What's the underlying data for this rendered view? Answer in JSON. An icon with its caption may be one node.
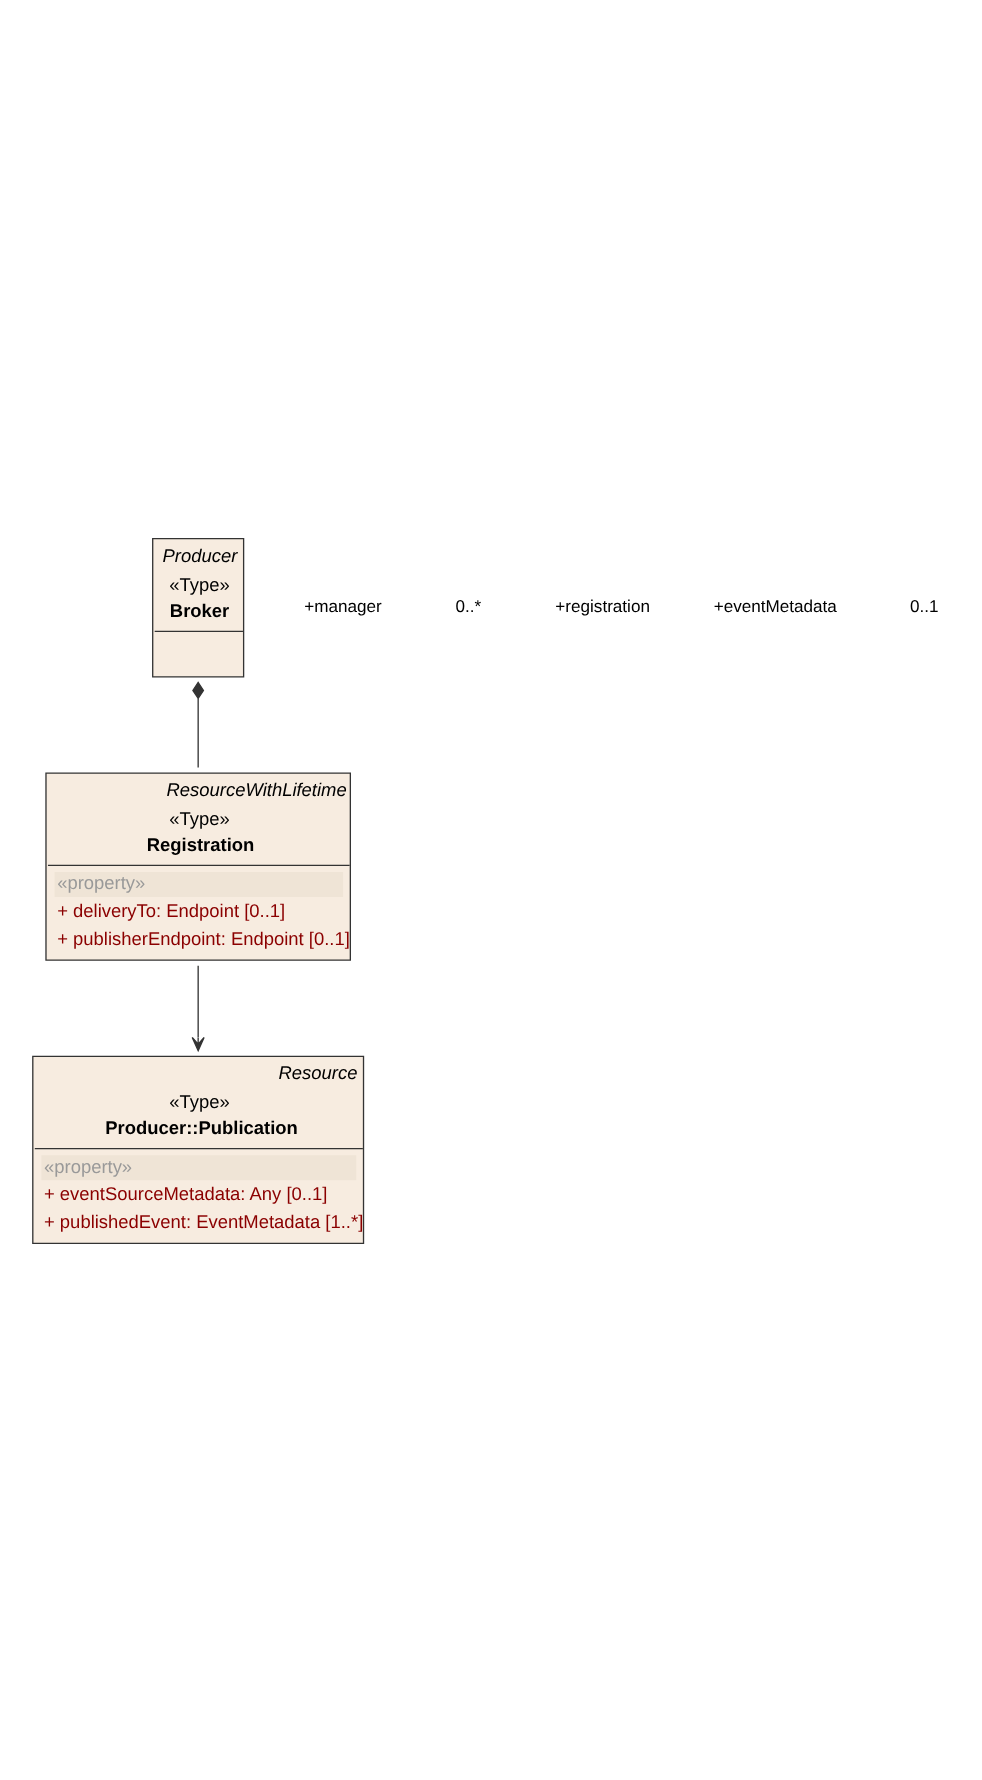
{
  "diagram": {
    "nodes": [
      {
        "text": [
          "Producer",
          "«Type»",
          "Broker"
        ]
      },
      {
        "text": [
          "ResourceWithLifetime",
          "«Type»",
          "Registration",
          "«property»",
          "+ deliveryTo: Endpoint [0..1]",
          "+ publisherEndpoint: Endpoint [0..1]"
        ]
      },
      {
        "text": [
          "Resource",
          "«Type»",
          "Producer::Publication",
          "«property»",
          "+ eventSourceMetadata: Any [0..1]",
          "+ publishedEvent: EventMetadata [1..*]"
        ]
      }
    ],
    "edges": [
      {
        "from": 0,
        "to": 1,
        "arrow": "other"
      },
      {
        "from": 1,
        "to": 2,
        "arrow": "to"
      }
    ],
    "labels": [
      "+manager",
      "0..*",
      "+registration",
      "+eventMetadata",
      "0..1"
    ]
  }
}
